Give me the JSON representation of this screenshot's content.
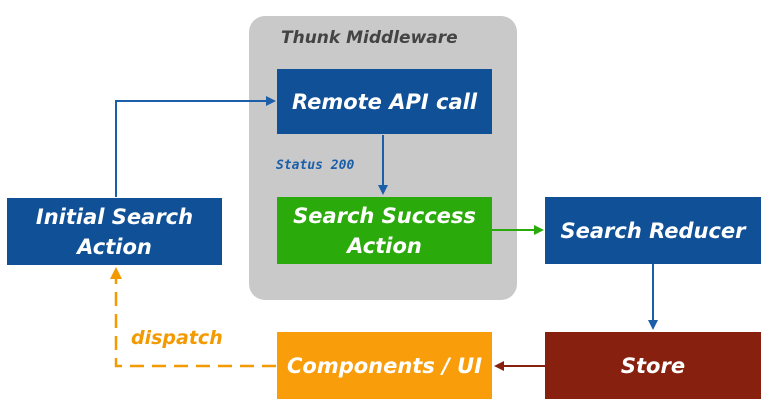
{
  "group": {
    "title": "Thunk Middleware",
    "color": "#c9c9c9"
  },
  "nodes": {
    "remote_api": {
      "label": "Remote API call",
      "color": "#105096"
    },
    "search_success": {
      "label": "Search Success\nAction",
      "color": "#2bab0b"
    },
    "initial_search": {
      "label": "Initial Search\nAction",
      "color": "#105096"
    },
    "search_reducer": {
      "label": "Search Reducer",
      "color": "#105096"
    },
    "store": {
      "label": "Store",
      "color": "#87200f"
    },
    "components_ui": {
      "label": "Components / UI",
      "color": "#f99d0b"
    }
  },
  "edges": {
    "status": {
      "label": "Status 200",
      "color": "#1b5fa8"
    },
    "dispatch": {
      "label": "dispatch",
      "color": "#f29a00"
    },
    "default_color": "#1b5fa8",
    "success_color": "#2bab0b",
    "store_color": "#87200f"
  }
}
